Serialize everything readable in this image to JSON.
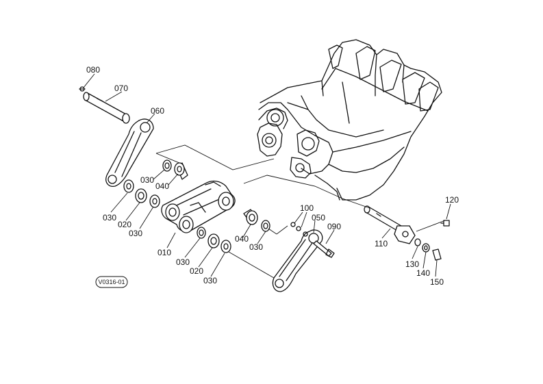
{
  "diagram_code": "V0316-01",
  "callouts": {
    "c010": "010",
    "c020a": "020",
    "c020b": "020",
    "c030a": "030",
    "c030b": "030",
    "c030c": "030",
    "c030d": "030",
    "c030e": "030",
    "c030f": "030",
    "c040a": "040",
    "c040b": "040",
    "c050": "050",
    "c060": "060",
    "c070": "070",
    "c080": "080",
    "c090": "090",
    "c100": "100",
    "c110": "110",
    "c120": "120",
    "c130": "130",
    "c140": "140",
    "c150": "150"
  }
}
